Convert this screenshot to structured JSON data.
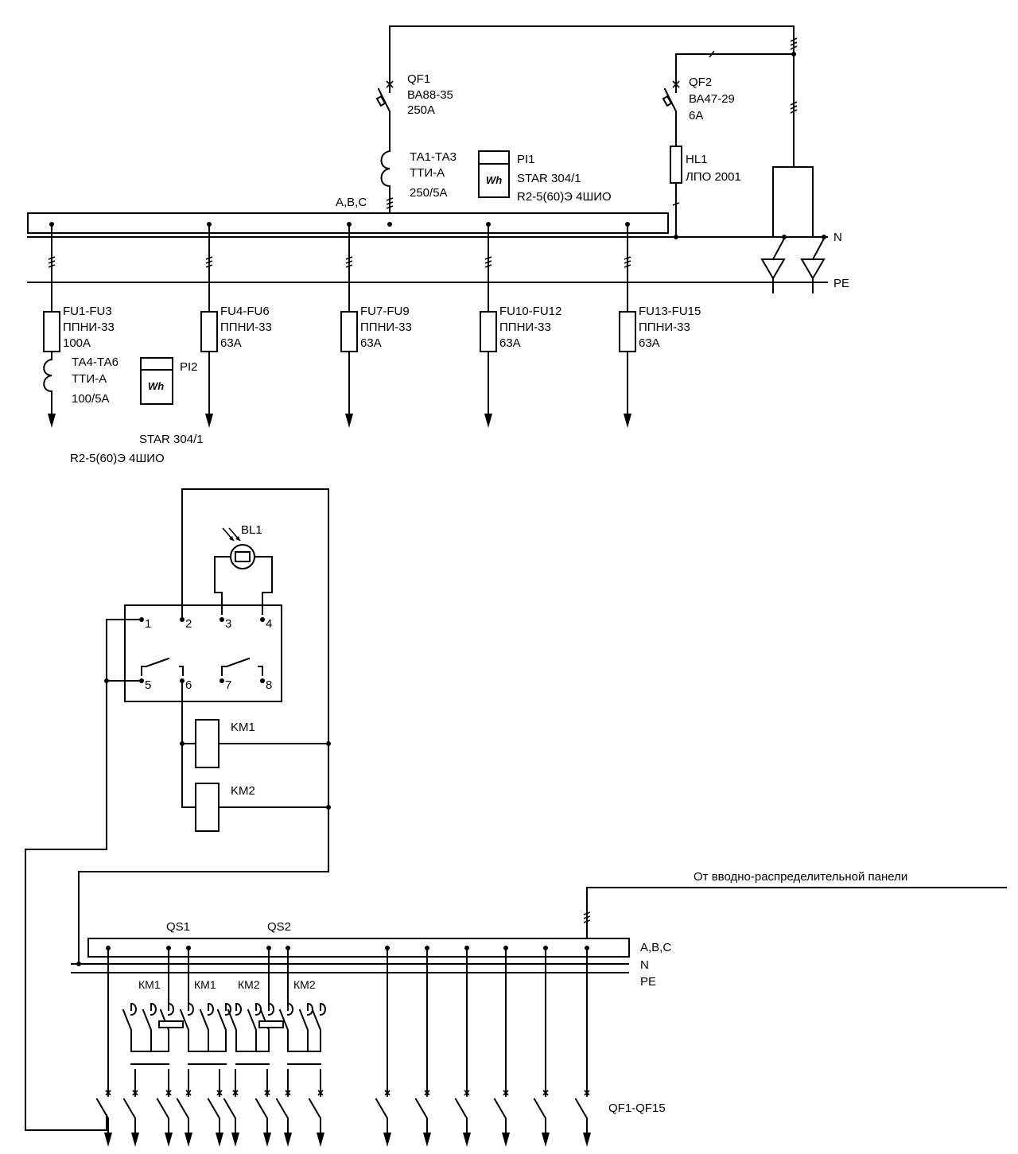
{
  "top": {
    "qf1": {
      "name": "QF1",
      "type": "ВА88-35",
      "rating": "250А"
    },
    "qf2": {
      "name": "QF2",
      "type": "ВА47-29",
      "rating": "6А"
    },
    "ta_main": {
      "name": "ТА1-ТА3",
      "type": "ТТИ-А",
      "ratio": "250/5А"
    },
    "pi1": {
      "name": "PI1",
      "model": "STAR 304/1",
      "spec": "R2-5(60)Э 4ШИО",
      "symbol": "Wh"
    },
    "hl1": {
      "name": "HL1",
      "type": "ЛПО 2001"
    },
    "bus_label": "A,B,C",
    "n_label": "N",
    "pe_label": "PE",
    "fuses": [
      {
        "name": "FU1-FU3",
        "type": "ППНИ-33",
        "rating": "100А"
      },
      {
        "name": "FU4-FU6",
        "type": "ППНИ-33",
        "rating": "63А"
      },
      {
        "name": "FU7-FU9",
        "type": "ППНИ-33",
        "rating": "63А"
      },
      {
        "name": "FU10-FU12",
        "type": "ППНИ-33",
        "rating": "63А"
      },
      {
        "name": "FU13-FU15",
        "type": "ППНИ-33",
        "rating": "63А"
      }
    ],
    "ta_out": {
      "name": "ТА4-ТА6",
      "type": "ТТИ-А",
      "ratio": "100/5А"
    },
    "pi2": {
      "name": "PI2",
      "model": "STAR 304/1",
      "spec": "R2-5(60)Э 4ШИО",
      "symbol": "Wh"
    }
  },
  "control": {
    "sensor": "BL1",
    "terminals": [
      "1",
      "2",
      "3",
      "4",
      "5",
      "6",
      "7",
      "8"
    ],
    "coils": [
      "KM1",
      "KM2"
    ]
  },
  "bottom": {
    "feed_label": "От вводно-распределительной панели",
    "bus_label": "A,B,C",
    "n_label": "N",
    "pe_label": "PE",
    "switches": [
      "QS1",
      "QS2"
    ],
    "contactors": [
      "КМ1",
      "КМ1",
      "КМ2",
      "КМ2"
    ],
    "breakers": "QF1-QF15"
  }
}
